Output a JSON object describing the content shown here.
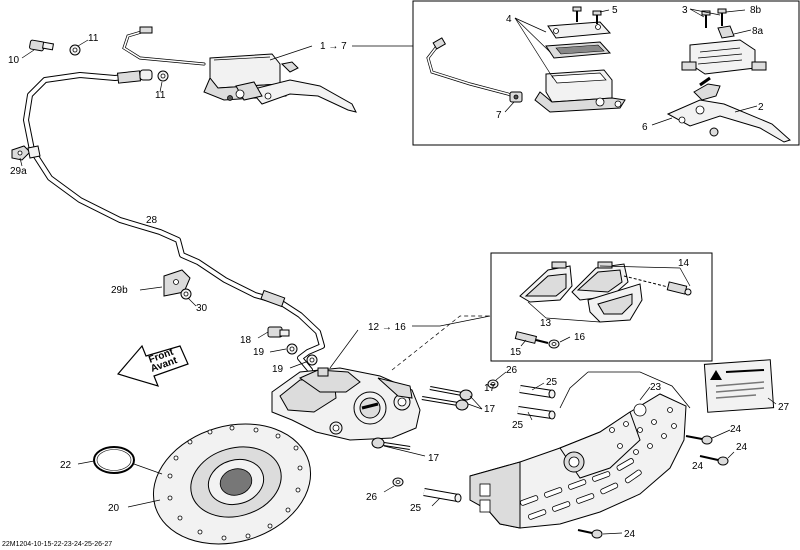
{
  "diagram": {
    "callouts": {
      "c1_7": "1 → 7",
      "c2": "2",
      "c3": "3",
      "c4": "4",
      "c5": "5",
      "c6": "6",
      "c7": "7",
      "c8a": "8a",
      "c8b": "8b",
      "c10": "10",
      "c11a": "11",
      "c11b": "11",
      "c12_16": "12 → 16",
      "c13": "13",
      "c14": "14",
      "c15": "15",
      "c16": "16",
      "c17a": "17",
      "c17b": "17",
      "c17c": "17",
      "c18": "18",
      "c19a": "19",
      "c19b": "19",
      "c20": "20",
      "c22": "22",
      "c23": "23",
      "c24a": "24",
      "c24b": "24",
      "c24c": "24",
      "c24d": "24",
      "c25a": "25",
      "c25b": "25",
      "c25c": "25",
      "c26a": "26",
      "c26b": "26",
      "c27": "27",
      "c28": "28",
      "c29a": "29a",
      "c29b": "29b",
      "c30": "30"
    },
    "front_arrow": {
      "line1": "Front",
      "line2": "Avant"
    },
    "drawing_code": "22M1204-10-15-22-23-24-25-26-27"
  }
}
